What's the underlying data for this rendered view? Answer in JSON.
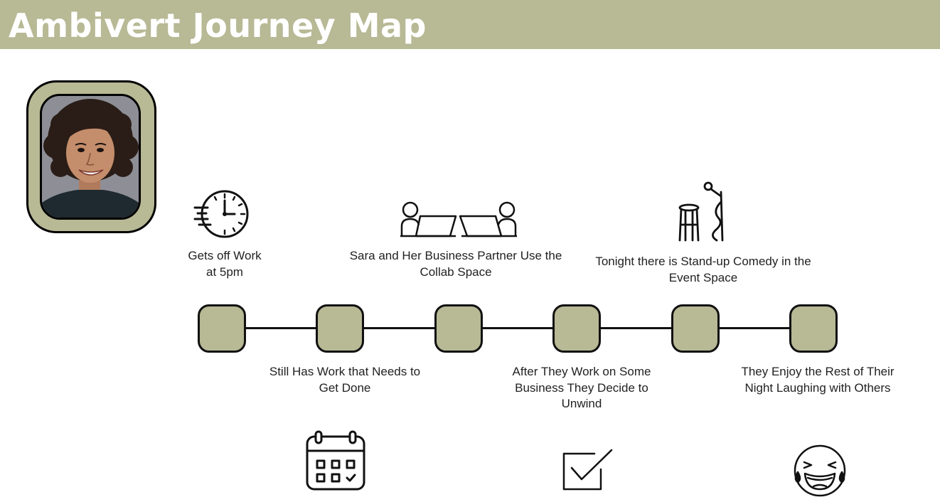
{
  "header": {
    "title": "Ambivert Journey Map",
    "bg_color": "#b8b995"
  },
  "timeline": {
    "nodes": 6,
    "node_color": "#b8b995",
    "line_color": "#111111",
    "steps": [
      {
        "label_line1": "Gets off Work",
        "label_line2": "at 5pm",
        "icon": "clock-icon",
        "position": "above"
      },
      {
        "label_line1": "Still Has Work that Needs to",
        "label_line2": "Get Done",
        "icon": "calendar-icon",
        "position": "below"
      },
      {
        "label_line1": "Sara and Her Business Partner Use the",
        "label_line2": "Collab Space",
        "icon": "people-laptops-icon",
        "position": "above"
      },
      {
        "label_line1": "After They Work on Some",
        "label_line2": "Business They Decide to",
        "label_line3": "Unwind",
        "icon": "checkbox-icon",
        "position": "below"
      },
      {
        "label_line1": "Tonight there is Stand-up Comedy  in the",
        "label_line2": "Event Space",
        "icon": "microphone-stool-icon",
        "position": "above"
      },
      {
        "label_line1": "They Enjoy the Rest of Their",
        "label_line2": "Night Laughing with Others",
        "icon": "laughing-face-icon",
        "position": "below"
      }
    ]
  }
}
